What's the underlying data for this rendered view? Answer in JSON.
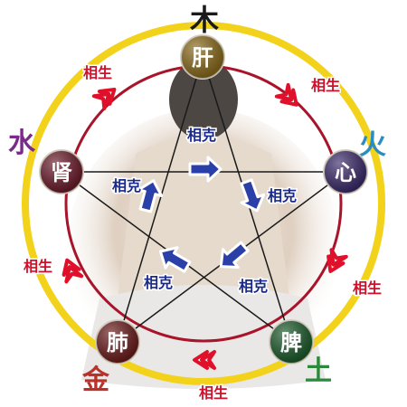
{
  "elements": [
    {
      "id": "wood",
      "char": "木",
      "color": "#1a1a1a"
    },
    {
      "id": "fire",
      "char": "火",
      "color": "#2a8cc0"
    },
    {
      "id": "earth",
      "char": "土",
      "color": "#2a8a3a"
    },
    {
      "id": "metal",
      "char": "金",
      "color": "#b8322a"
    },
    {
      "id": "water",
      "char": "水",
      "color": "#7a2a8a"
    }
  ],
  "organs": [
    {
      "id": "liver",
      "char": "肝",
      "fill": "#8a6a1a"
    },
    {
      "id": "heart",
      "char": "心",
      "fill": "#3a2a6a"
    },
    {
      "id": "spleen",
      "char": "脾",
      "fill": "#1a5a2a"
    },
    {
      "id": "lung",
      "char": "肺",
      "fill": "#6a1a1a"
    },
    {
      "id": "kidney",
      "char": "肾",
      "fill": "#6a1a2a"
    }
  ],
  "generating_label": "相生",
  "controlling_label": "相克",
  "colors": {
    "outer_ring": "#f2d21a",
    "inner_ring": "#a8142a",
    "generating_arrow": "#e0102a",
    "controlling_arrow": "#2a40a8",
    "generating_text": "#d0102a",
    "controlling_text": "#1a2a8a",
    "star_lines": "#1a1a1a"
  }
}
